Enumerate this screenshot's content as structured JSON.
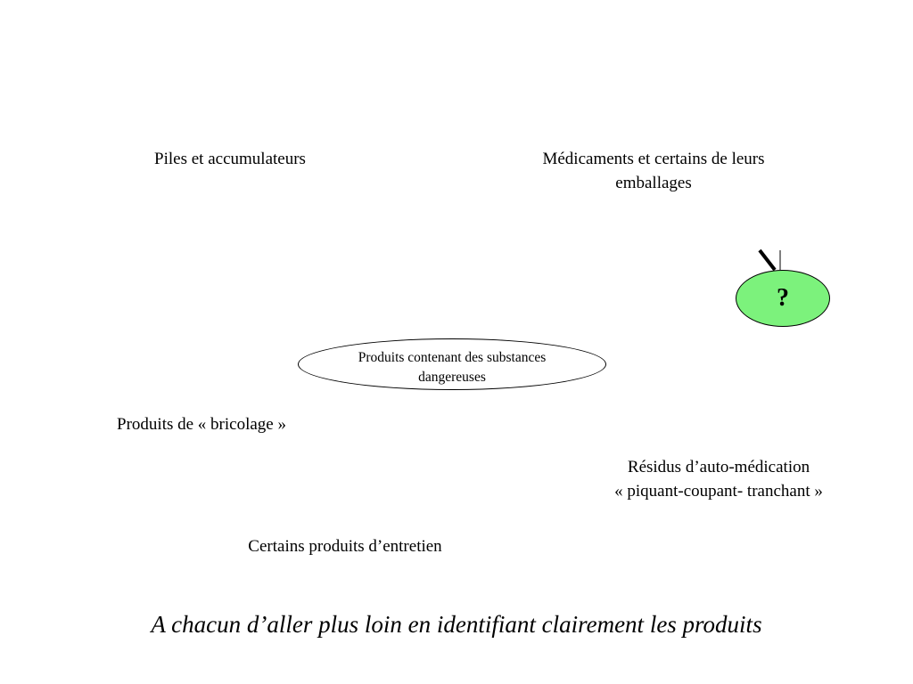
{
  "items": {
    "piles": "Piles et accumulateurs",
    "medicaments": [
      "Médicaments et certains de leurs",
      "emballages"
    ],
    "bricolage": "Produits de « bricolage »",
    "residus": [
      "Résidus d’auto-médication",
      "« piquant-coupant- tranchant »"
    ],
    "entretien": "Certains produits d’entretien"
  },
  "center": {
    "lines": [
      "Produits contenant des substances",
      "dangereuses"
    ]
  },
  "question": {
    "symbol": "?",
    "fill_color": "#7cf27c"
  },
  "caption": "A chacun d’aller plus loin en identifiant clairement les produits"
}
